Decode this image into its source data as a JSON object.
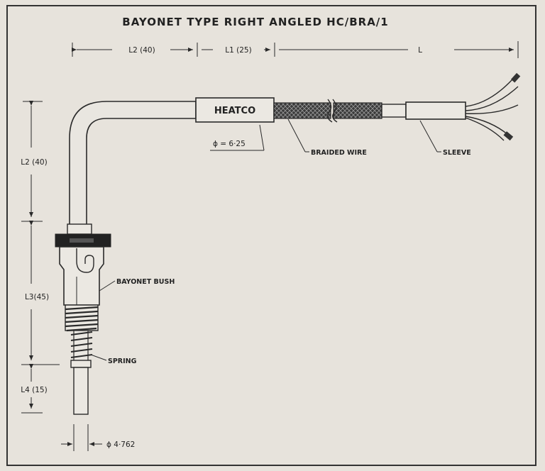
{
  "title": "BAYONET TYPE RIGHT ANGLED HC/BRA/1",
  "brand": "HEATCO",
  "dimensions": {
    "top_l2": "L2 (40)",
    "top_l1": "L1 (25)",
    "top_l": "L",
    "side_l2": "L2 (40)",
    "side_l3": "L3(45)",
    "side_l4": "L4 (15)",
    "diameter_sheath": "ϕ = 6·25",
    "diameter_tip": "ϕ 4·762"
  },
  "callouts": {
    "braided_wire": "BRAIDED WIRE",
    "sleeve": "SLEEVE",
    "bayonet_bush": "BAYONET BUSH",
    "spring": "SPRING"
  },
  "colors": {
    "paper": "#e7e3dc",
    "ink": "#2a2a2a",
    "frame": "#333333"
  }
}
